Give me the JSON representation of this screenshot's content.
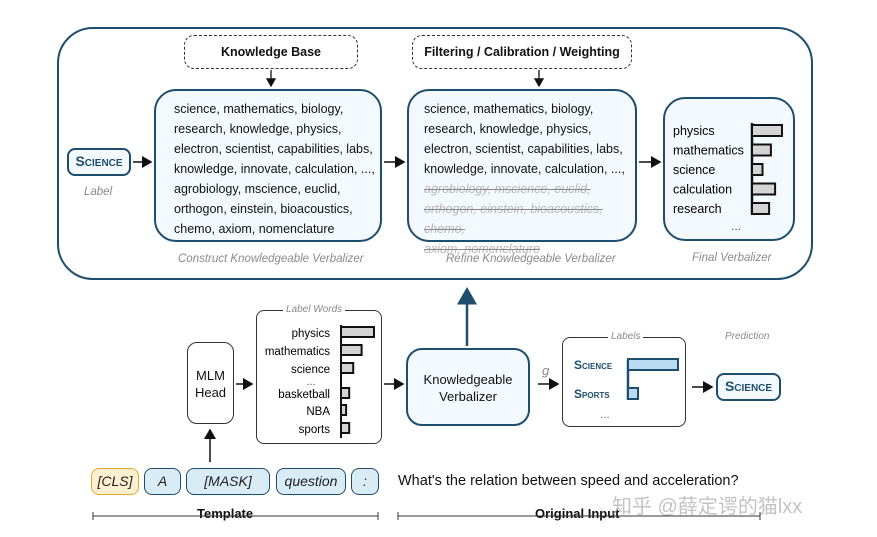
{
  "top_panel": {
    "knowledge_base": "Knowledge Base",
    "filtering": "Filtering / Calibration / Weighting",
    "label_chip": "Science",
    "label_caption": "Label",
    "construct": {
      "lines": [
        "science, mathematics, biology,",
        "research, knowledge, physics,",
        "electron, scientist, capabilities, labs,",
        "knowledge, innovate, calculation, ...,",
        "agrobiology, mscience,  euclid,",
        "orthogon, einstein, bioacoustics,",
        "chemo, axiom, nomenclature"
      ],
      "caption": "Construct Knowledgeable Verbalizer"
    },
    "refine": {
      "kept_lines": [
        "science, mathematics, biology,",
        "research, knowledge, physics,",
        "electron, scientist, capabilities, labs,",
        "knowledge, innovate, calculation, ...,"
      ],
      "removed_lines": [
        "agrobiology, mscience,  euclid,",
        "orthogon, einstein, bioacoustics, chemo,",
        "axiom, nomenclature"
      ],
      "caption": "Refine Knowledgeable Verbalizer"
    },
    "final": {
      "words": [
        {
          "word": "physics",
          "weight": 1.0
        },
        {
          "word": "mathematics",
          "weight": 0.63
        },
        {
          "word": "science",
          "weight": 0.35
        },
        {
          "word": "calculation",
          "weight": 0.77
        },
        {
          "word": "research",
          "weight": 0.57
        }
      ],
      "ellipsis": "...",
      "caption": "Final Verbalizer"
    }
  },
  "bottom_panel": {
    "mlm_head": [
      "MLM",
      "Head"
    ],
    "label_words": {
      "title": "Label Words",
      "words": [
        {
          "word": "physics",
          "weight": 1.0
        },
        {
          "word": "mathematics",
          "weight": 0.6
        },
        {
          "word": "science",
          "weight": 0.33
        },
        {
          "word": "basketball",
          "weight": 0.2
        },
        {
          "word": "NBA",
          "weight": 0.1
        },
        {
          "word": "sports",
          "weight": 0.2
        }
      ],
      "ellipsis": "..."
    },
    "verbalizer": [
      "Knowledgeable",
      "Verbalizer"
    ],
    "g_label": "g",
    "labels": {
      "title": "Labels",
      "items": [
        {
          "label": "Science",
          "weight": 1.0
        },
        {
          "label": "Sports",
          "weight": 0.2
        }
      ],
      "ellipsis": "..."
    },
    "prediction_caption": "Prediction",
    "prediction": "Science"
  },
  "input": {
    "tokens": [
      "[CLS]",
      "A",
      "[MASK]",
      "question",
      ":"
    ],
    "sentence": "What's the relation between speed and acceleration?",
    "template_label": "Template",
    "original_input_label": "Original Input"
  },
  "watermark": "知乎 @薛定谔的猫lxx",
  "colors": {
    "accent": "#1d4e6e",
    "box_fill": "#f4f9fd",
    "token_fill": "#d9ecf5",
    "cls_border": "#e0a830"
  }
}
